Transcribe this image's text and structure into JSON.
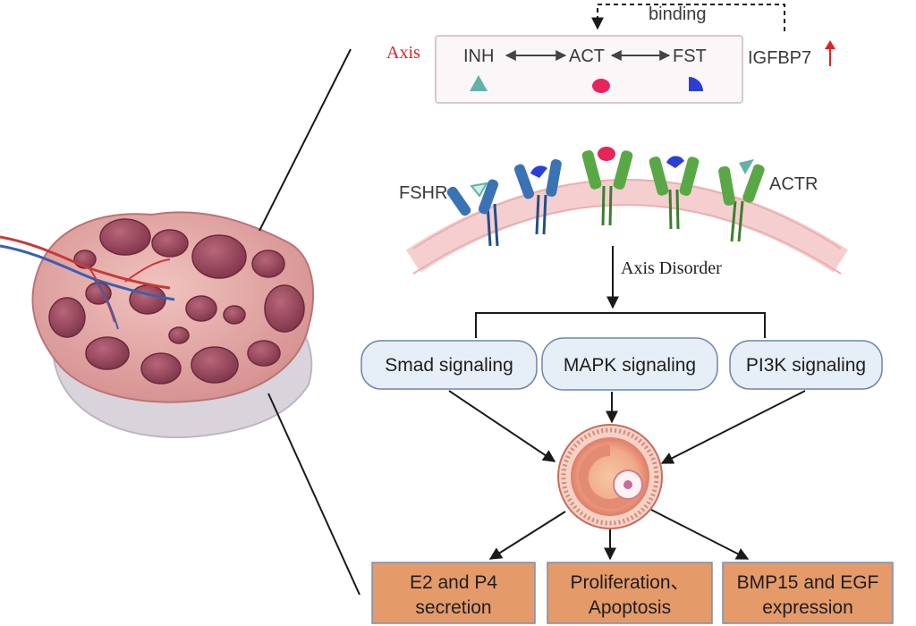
{
  "axis_box": {
    "axis_label": "Axis",
    "binding_label": "binding",
    "inh_label": "INH",
    "act_label": "ACT",
    "fst_label": "FST",
    "igfbp7_label": "IGFBP7"
  },
  "receptors": {
    "fshr_label": "FSHR",
    "actr_label": "ACTR"
  },
  "axis_disorder_label": "Axis Disorder",
  "pathways": [
    {
      "label": "Smad signaling"
    },
    {
      "label": "MAPK signaling"
    },
    {
      "label": "PI3K signaling"
    }
  ],
  "outcomes": [
    {
      "line1": "E2 and P4",
      "line2": "secretion"
    },
    {
      "line1": "Proliferation、",
      "line2": "Apoptosis"
    },
    {
      "line1": "BMP15 and EGF",
      "line2": "expression"
    }
  ],
  "colors": {
    "axis_label": "#e02020",
    "up_arrow": "#e02020",
    "outcome_fill": "#e59a6a",
    "pathway_fill": "#e6eef8",
    "pathway_stroke": "#6f86a8",
    "fshr_receptor": "#3a72b4",
    "actr_receptor": "#5aa845",
    "act_ligand": "#e8245a",
    "fst_ligand": "#2b3fd6",
    "inh_ligand": "#5fb3a8",
    "ovary": "#e2a4a2",
    "follicle": "#9b4a5d"
  },
  "icons": {
    "ovary": "ovary-illustration",
    "oocyte": "oocyte-follicle-icon",
    "up_arrow": "up-arrow-icon"
  }
}
